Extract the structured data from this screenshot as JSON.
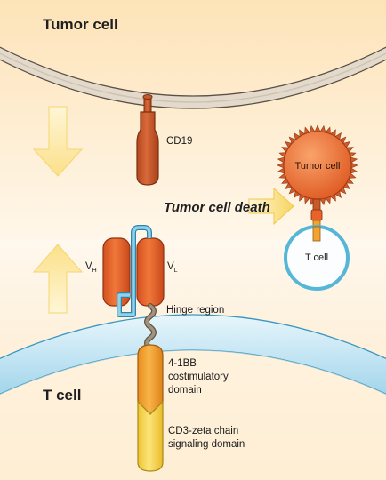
{
  "labels": {
    "tumor_cell_region": "Tumor cell",
    "t_cell_region": "T cell",
    "antigen": "CD19",
    "tumor_cell_death": "Tumor cell death",
    "inset_tumor_cell": "Tumor cell",
    "inset_t_cell": "T cell",
    "vh_main": "V",
    "vh_sub": "H",
    "vl_main": "V",
    "vl_sub": "L",
    "hinge": "Hinge region",
    "costim_line1": "4-1BB",
    "costim_line2": "costimulatory",
    "costim_line3": "domain",
    "signal_line1": "CD3-zeta chain",
    "signal_line2": "signaling domain"
  },
  "colors": {
    "tumor_bg": "#fde9c6",
    "tcell_bg": "#fdf0d9",
    "tumor_membrane": "#d8cfc2",
    "tcell_membrane": "#bfe3f1",
    "antigen": "#c9582a",
    "vh_vl_domain": "#e8632a",
    "linker": "#55b6d8",
    "hinge": "#8a7d6b",
    "costim": "#f3a430",
    "signaling": "#f6d64c",
    "arrow_yellow": "#fbe9a0",
    "inset_tumor": "#e8632a",
    "inset_tcell_ring": "#55b6d8"
  }
}
